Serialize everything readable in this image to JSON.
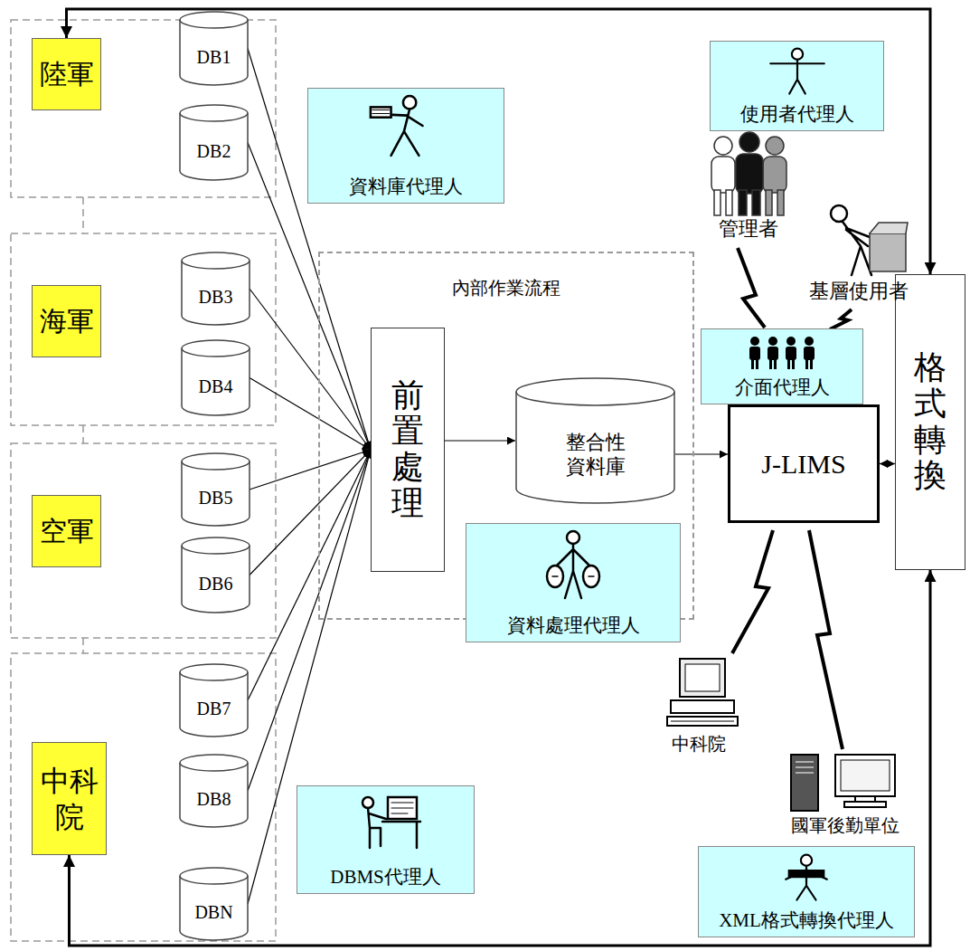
{
  "diagram": {
    "nodes": [
      {
        "text": [
          "陸軍"
        ]
      },
      {
        "text": [
          "DB1"
        ]
      },
      {
        "text": [
          "DB2"
        ]
      },
      {
        "text": [
          "海軍"
        ]
      },
      {
        "text": [
          "DB3"
        ]
      },
      {
        "text": [
          "DB4"
        ]
      },
      {
        "text": [
          "空軍"
        ]
      },
      {
        "text": [
          "DB5"
        ]
      },
      {
        "text": [
          "DB6"
        ]
      },
      {
        "text": [
          "中科院"
        ]
      },
      {
        "text": [
          "DB7"
        ]
      },
      {
        "text": [
          "DB8"
        ]
      },
      {
        "text": [
          "DBN"
        ]
      },
      {
        "text": [
          "資料庫代理人"
        ]
      },
      {
        "text": [
          "使用者代理人"
        ]
      },
      {
        "text": [
          "內部作業流程"
        ]
      },
      {
        "text": [
          "前置處理"
        ],
        "in": 15
      },
      {
        "text": [
          "整合性 資料庫"
        ],
        "in": 15
      },
      {
        "text": [
          "介面代理人"
        ]
      },
      {
        "text": [
          "J-LIMS"
        ]
      },
      {
        "text": [
          "格式轉換"
        ]
      },
      {
        "text": [
          "資料處理代理人"
        ]
      },
      {
        "text": [
          "DBMS代理人"
        ]
      },
      {
        "text": [
          "XML格式轉換代理人"
        ]
      }
    ],
    "edges": [
      {
        "from": 1,
        "to": 16,
        "arrow": "to"
      },
      {
        "from": 2,
        "to": 16,
        "arrow": "to"
      },
      {
        "from": 4,
        "to": 16,
        "arrow": "to"
      },
      {
        "from": 5,
        "to": 16,
        "arrow": "to"
      },
      {
        "from": 7,
        "to": 16,
        "arrow": "to"
      },
      {
        "from": 8,
        "to": 16,
        "arrow": "to"
      },
      {
        "from": 10,
        "to": 16,
        "arrow": "to"
      },
      {
        "from": 11,
        "to": 16,
        "arrow": "to"
      },
      {
        "from": 12,
        "to": 16,
        "arrow": "to"
      },
      {
        "from": 16,
        "to": 17,
        "arrow": "to"
      },
      {
        "from": 17,
        "to": 19,
        "arrow": "to"
      },
      {
        "from": 19,
        "to": 20,
        "arrow": "both"
      },
      {
        "from": 20,
        "to": 0,
        "arrow": "both"
      },
      {
        "from": 20,
        "to": 9,
        "arrow": "both"
      }
    ],
    "labels": [
      "管理者",
      "基層使用者",
      "中科院",
      "國軍後勤單位"
    ]
  }
}
